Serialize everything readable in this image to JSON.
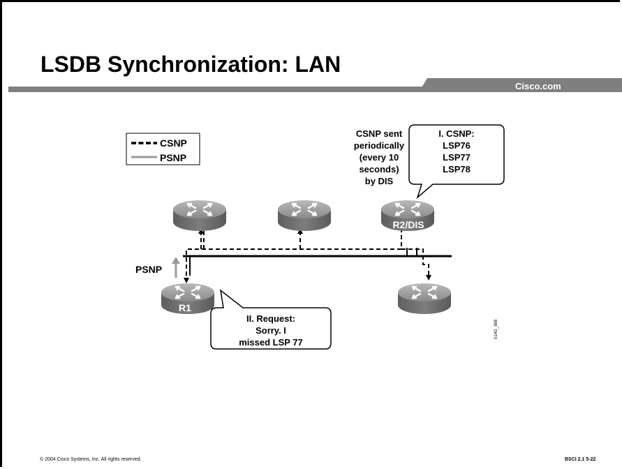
{
  "slide": {
    "title": "LSDB Synchronization: LAN",
    "brand": "Cisco.com",
    "copyright": "© 2004 Cisco Systems, Inc. All rights reserved.",
    "course_ref": "BSCI 2.1   5-22"
  },
  "legend": {
    "csnp_label": "CSNP",
    "psnp_label": "PSNP"
  },
  "annotation": {
    "lines": [
      "CSNP sent",
      "periodically",
      "(every 10",
      "seconds)",
      "by DIS"
    ]
  },
  "callouts": {
    "csnp": {
      "lines": [
        "I. CSNP:",
        "LSP76",
        "LSP77",
        "LSP78"
      ]
    },
    "request": {
      "lines": [
        "II. Request:",
        "Sorry. I",
        "missed LSP 77"
      ]
    }
  },
  "routers": [
    {
      "id": "top-left",
      "label": ""
    },
    {
      "id": "top-middle",
      "label": ""
    },
    {
      "id": "dis",
      "label": "R2/DIS"
    },
    {
      "id": "r1",
      "label": "R1"
    },
    {
      "id": "bottom-right",
      "label": ""
    }
  ],
  "psnp_arrow_label": "PSNP",
  "figure_id": "014G_368",
  "colors": {
    "band": "#7f7f7f",
    "router_top": "#9a9a9a",
    "router_side": "#6c6c6c",
    "psnp_line": "#9a9a9a"
  }
}
